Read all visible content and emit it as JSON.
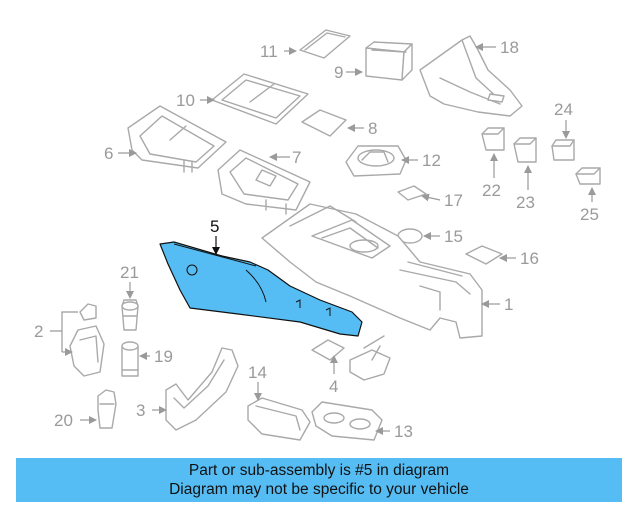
{
  "highlight_color": "#55bdf3",
  "callouts": {
    "c1": "1",
    "c2": "2",
    "c3": "3",
    "c4": "4",
    "c5": "5",
    "c6": "6",
    "c7": "7",
    "c8": "8",
    "c9": "9",
    "c10": "10",
    "c11": "11",
    "c12": "12",
    "c13": "13",
    "c14": "14",
    "c15": "15",
    "c16": "16",
    "c17": "17",
    "c18": "18",
    "c19": "19",
    "c20": "20",
    "c21": "21",
    "c22": "22",
    "c23": "23",
    "c24": "24",
    "c25": "25"
  },
  "highlighted_part": "5",
  "banner": {
    "line1": "Part or sub-assembly is #5 in diagram",
    "line2": "Diagram may not be specific to your vehicle"
  }
}
